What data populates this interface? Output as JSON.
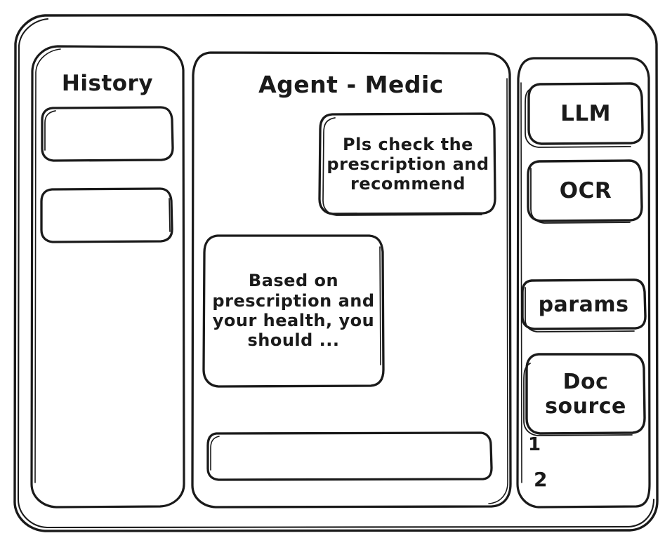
{
  "window": {
    "frame_name": "app-window",
    "stroke_color": "#1a1a1a",
    "background_color": "#ffffff"
  },
  "sidebar_left": {
    "title": "History",
    "items": [
      {
        "label": "",
        "name": "history-item-1"
      },
      {
        "label": "",
        "name": "history-item-2"
      }
    ]
  },
  "main": {
    "title": "Agent - Medic",
    "messages": [
      {
        "role": "user",
        "text": "Pls check the prescription and recommend"
      },
      {
        "role": "assistant",
        "text": "Based on prescription and your health, you should ..."
      }
    ],
    "composer": {
      "value": "",
      "placeholder": ""
    }
  },
  "sidebar_right": {
    "cards": [
      {
        "label": "LLM",
        "name": "llm-card"
      },
      {
        "label": "OCR",
        "name": "ocr-card"
      },
      {
        "label": "params",
        "name": "params-card"
      },
      {
        "label": "Doc source",
        "name": "doc-source-card"
      }
    ],
    "references": [
      "1",
      "2"
    ]
  }
}
